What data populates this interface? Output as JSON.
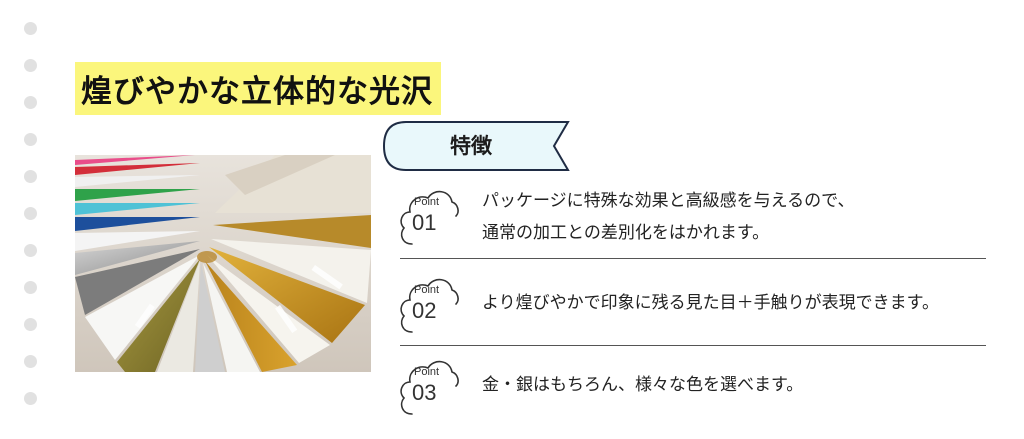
{
  "heading": "煌びやかな立体的な光沢",
  "feature_tag": "特徴",
  "points": [
    {
      "label": "Point",
      "number": "01",
      "lines": [
        "パッケージに特殊な効果と高級感を与えるので、",
        "通常の加工との差別化をはかれます。"
      ]
    },
    {
      "label": "Point",
      "number": "02",
      "lines": [
        "より煌びやかで印象に残る見た目＋手触りが表現できます。"
      ]
    },
    {
      "label": "Point",
      "number": "03",
      "lines": [
        "金・銀はもちろん、様々な色を選べます。"
      ]
    }
  ],
  "colors": {
    "highlight": "#fbf67c",
    "tag_fill": "#e9f8fb",
    "tag_stroke": "#1f2c44",
    "foil_gold": "#c8931f",
    "foil_silver": "#9c9c9c"
  },
  "icons": [
    "cloud-icon"
  ]
}
